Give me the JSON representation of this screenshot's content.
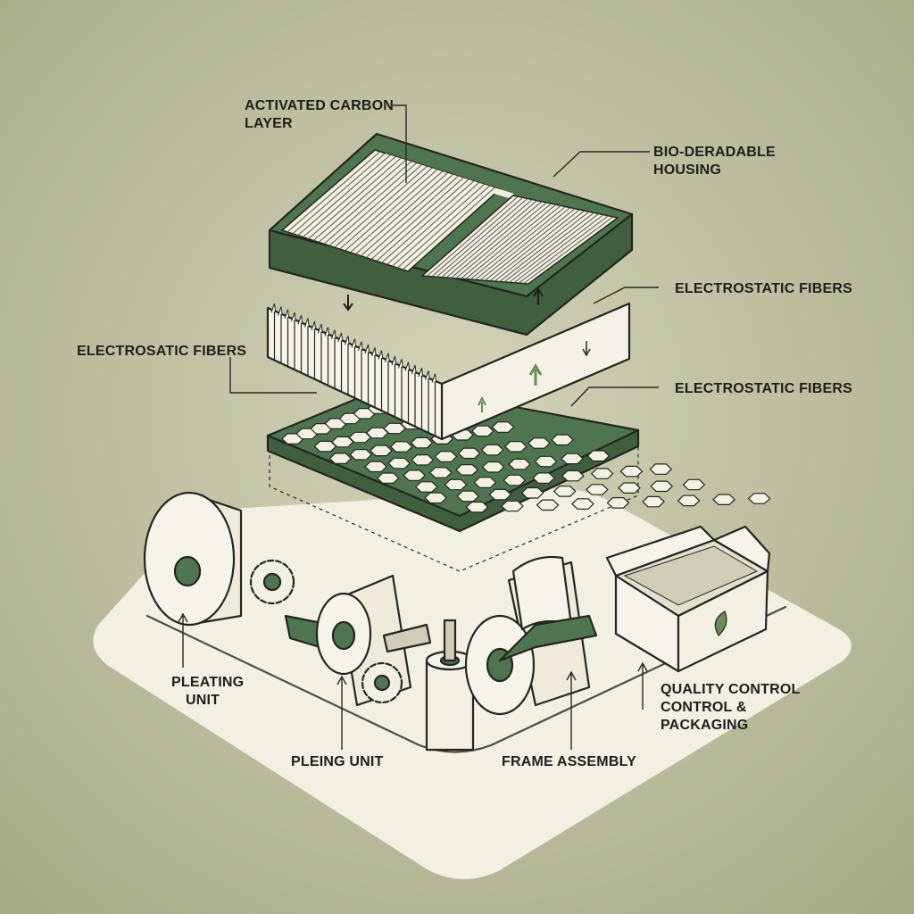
{
  "labels": {
    "activated_carbon": [
      "ACTIVATED CARBON",
      "LAYER"
    ],
    "housing": [
      "BIO-DERADABLE",
      "HOUSING"
    ],
    "electrostatic_right_1": "ELECTROSTATIC FIBERS",
    "electrostatic_left": "ELECTROSATIC FIBERS",
    "electrostatic_right_2": "ELECTROSTATIC FIBERS",
    "pleating_unit": [
      "PLEATING",
      "UNIT"
    ],
    "pleing_unit": "PLEING UNIT",
    "frame_assembly": "FRAME ASSEMBLY",
    "quality_control": [
      "QUALITY CONTROL",
      "CONTROL &",
      "PACKAGING"
    ]
  },
  "colors": {
    "background": "#b9bb9a",
    "frame_green": "#4a6e48",
    "paper": "#f2efe3",
    "ink": "#23261f"
  }
}
